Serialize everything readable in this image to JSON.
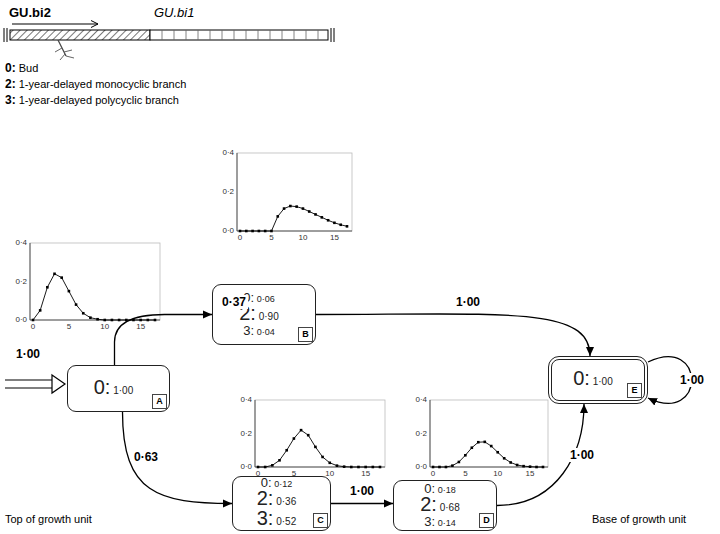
{
  "diagram": {
    "nodes": [
      {
        "text": [
          "0: 1·00",
          "A"
        ]
      },
      {
        "text": [
          "0: 0·06",
          "2: 0·90",
          "3: 0·04",
          "B"
        ]
      },
      {
        "text": [
          "0: 0·12",
          "2: 0·36",
          "3: 0·52",
          "C"
        ]
      },
      {
        "text": [
          "0: 0·18",
          "2: 0·68",
          "3: 0·14",
          "D"
        ]
      },
      {
        "text": [
          "0: 1·00",
          "E"
        ]
      }
    ],
    "edges": [
      {
        "from": 0,
        "to": 1,
        "label": "0·37",
        "arrow": "to"
      },
      {
        "from": 0,
        "to": 2,
        "label": "0·63",
        "arrow": "to"
      },
      {
        "from": 2,
        "to": 3,
        "label": "1·00",
        "arrow": "to"
      },
      {
        "from": 1,
        "to": 4,
        "label": "1·00",
        "arrow": "to"
      },
      {
        "from": 3,
        "to": 4,
        "label": "1·00",
        "arrow": "to"
      },
      {
        "from": 4,
        "to": 4,
        "label": "1·00",
        "arrow": "to"
      }
    ],
    "labels": [
      "GU.bi2",
      "GU.bi1",
      "0: Bud",
      "2: 1-year-delayed monocyclic branch",
      "3: 1-year-delayed polycyclic branch",
      "1·00",
      "0·4",
      "0·2",
      "0·0",
      "0",
      "5",
      "10",
      "15",
      "0·4",
      "0·2",
      "0·0",
      "0",
      "5",
      "10",
      "15",
      "0·4",
      "0·2",
      "0·0",
      "0",
      "5",
      "10",
      "15",
      "0·4",
      "0·2",
      "0·0",
      "0",
      "5",
      "10",
      "15",
      "Top of growth unit",
      "Base of growth unit"
    ]
  }
}
